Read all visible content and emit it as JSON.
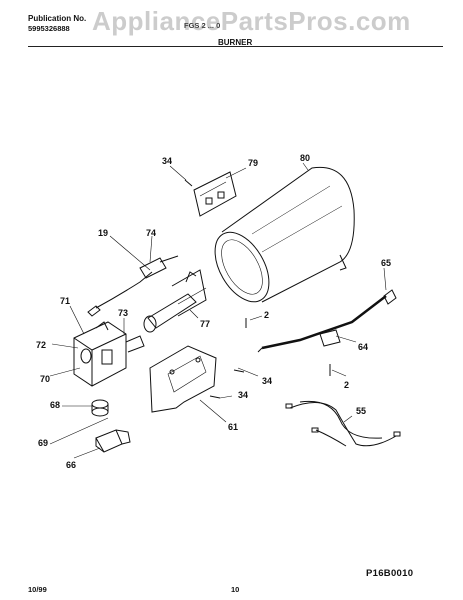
{
  "header": {
    "publication_label": "Publication No.",
    "publication_number": "5995326888",
    "model": "FGS 2 ... 0",
    "section": "BURNER"
  },
  "watermark": "AppliancePartsPros.com",
  "callouts": [
    "34",
    "79",
    "80",
    "19",
    "74",
    "65",
    "71",
    "73",
    "2",
    "77",
    "72",
    "64",
    "70",
    "34",
    "2",
    "68",
    "34",
    "55",
    "69",
    "61",
    "66"
  ],
  "reference_code": "P16B0010",
  "footer": {
    "date": "10/99",
    "page": "10"
  }
}
